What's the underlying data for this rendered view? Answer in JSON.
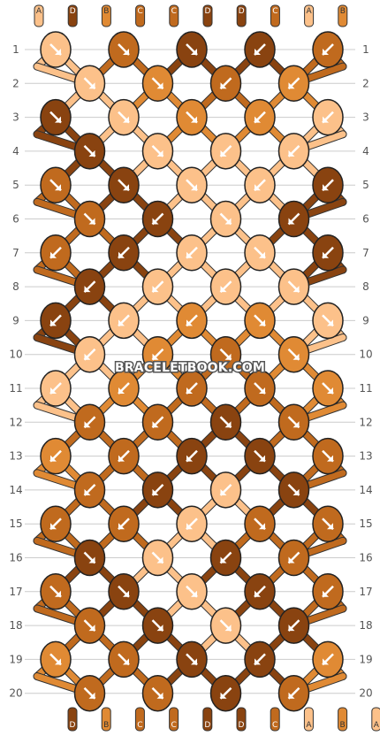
{
  "site": {
    "watermark": "BRACELETBOOK.COM"
  },
  "colors": {
    "A": "#FCC18A",
    "B": "#E08A34",
    "C": "#C06A1E",
    "D": "#894310",
    "outline": "#222222",
    "grid": "#cccccc"
  },
  "pattern": {
    "rows": 20,
    "strands_top": [
      "A",
      "D",
      "B",
      "C",
      "C",
      "D",
      "D",
      "C",
      "A",
      "B"
    ],
    "strands_bottom": [
      "D",
      "B",
      "C",
      "C",
      "D",
      "D",
      "C",
      "A",
      "B",
      "A"
    ],
    "row_labels": [
      "1",
      "2",
      "3",
      "4",
      "5",
      "6",
      "7",
      "8",
      "9",
      "10",
      "11",
      "12",
      "13",
      "14",
      "15",
      "16",
      "17",
      "18",
      "19",
      "20"
    ],
    "knots": [
      [
        {
          "c": "A",
          "d": "se"
        },
        {
          "c": "C",
          "d": "se"
        },
        {
          "c": "D",
          "d": "se"
        },
        {
          "c": "D",
          "d": "sw"
        },
        {
          "c": "C",
          "d": "sw"
        }
      ],
      [
        {
          "c": "A",
          "d": "se"
        },
        {
          "c": "B",
          "d": "se"
        },
        {
          "c": "C",
          "d": "sw"
        },
        {
          "c": "B",
          "d": "sw"
        }
      ],
      [
        {
          "c": "D",
          "d": "se"
        },
        {
          "c": "A",
          "d": "se"
        },
        {
          "c": "B",
          "d": "se"
        },
        {
          "c": "B",
          "d": "sw"
        },
        {
          "c": "A",
          "d": "sw"
        }
      ],
      [
        {
          "c": "D",
          "d": "se"
        },
        {
          "c": "A",
          "d": "se"
        },
        {
          "c": "A",
          "d": "sw"
        },
        {
          "c": "A",
          "d": "sw"
        }
      ],
      [
        {
          "c": "C",
          "d": "se"
        },
        {
          "c": "D",
          "d": "se"
        },
        {
          "c": "A",
          "d": "se"
        },
        {
          "c": "A",
          "d": "sw"
        },
        {
          "c": "D",
          "d": "sw"
        }
      ],
      [
        {
          "c": "C",
          "d": "se"
        },
        {
          "c": "D",
          "d": "sw"
        },
        {
          "c": "A",
          "d": "se"
        },
        {
          "c": "D",
          "d": "sw"
        }
      ],
      [
        {
          "c": "C",
          "d": "sw"
        },
        {
          "c": "D",
          "d": "sw"
        },
        {
          "c": "A",
          "d": "sw"
        },
        {
          "c": "A",
          "d": "se"
        },
        {
          "c": "D",
          "d": "sw"
        }
      ],
      [
        {
          "c": "D",
          "d": "sw"
        },
        {
          "c": "A",
          "d": "sw"
        },
        {
          "c": "A",
          "d": "sw"
        },
        {
          "c": "A",
          "d": "se"
        }
      ],
      [
        {
          "c": "D",
          "d": "sw"
        },
        {
          "c": "A",
          "d": "sw"
        },
        {
          "c": "B",
          "d": "sw"
        },
        {
          "c": "B",
          "d": "se"
        },
        {
          "c": "A",
          "d": "se"
        }
      ],
      [
        {
          "c": "A",
          "d": "sw"
        },
        {
          "c": "B",
          "d": "sw"
        },
        {
          "c": "C",
          "d": "se"
        },
        {
          "c": "B",
          "d": "se"
        }
      ],
      [
        {
          "c": "A",
          "d": "sw"
        },
        {
          "c": "B",
          "d": "sw"
        },
        {
          "c": "C",
          "d": "sw"
        },
        {
          "c": "C",
          "d": "se"
        },
        {
          "c": "B",
          "d": "se"
        }
      ],
      [
        {
          "c": "C",
          "d": "sw"
        },
        {
          "c": "C",
          "d": "sw"
        },
        {
          "c": "D",
          "d": "se"
        },
        {
          "c": "C",
          "d": "se"
        }
      ],
      [
        {
          "c": "B",
          "d": "sw"
        },
        {
          "c": "C",
          "d": "sw"
        },
        {
          "c": "D",
          "d": "sw"
        },
        {
          "c": "D",
          "d": "se"
        },
        {
          "c": "C",
          "d": "se"
        }
      ],
      [
        {
          "c": "C",
          "d": "sw"
        },
        {
          "c": "D",
          "d": "sw"
        },
        {
          "c": "A",
          "d": "sw"
        },
        {
          "c": "D",
          "d": "se"
        }
      ],
      [
        {
          "c": "C",
          "d": "sw"
        },
        {
          "c": "C",
          "d": "sw"
        },
        {
          "c": "A",
          "d": "sw"
        },
        {
          "c": "C",
          "d": "se"
        },
        {
          "c": "C",
          "d": "se"
        }
      ],
      [
        {
          "c": "D",
          "d": "se"
        },
        {
          "c": "A",
          "d": "se"
        },
        {
          "c": "D",
          "d": "sw"
        },
        {
          "c": "C",
          "d": "sw"
        }
      ],
      [
        {
          "c": "C",
          "d": "se"
        },
        {
          "c": "D",
          "d": "se"
        },
        {
          "c": "A",
          "d": "se"
        },
        {
          "c": "D",
          "d": "sw"
        },
        {
          "c": "C",
          "d": "sw"
        }
      ],
      [
        {
          "c": "C",
          "d": "se"
        },
        {
          "c": "D",
          "d": "se"
        },
        {
          "c": "A",
          "d": "se"
        },
        {
          "c": "D",
          "d": "sw"
        }
      ],
      [
        {
          "c": "B",
          "d": "se"
        },
        {
          "c": "C",
          "d": "se"
        },
        {
          "c": "D",
          "d": "se"
        },
        {
          "c": "D",
          "d": "sw"
        },
        {
          "c": "B",
          "d": "sw"
        }
      ],
      [
        {
          "c": "C",
          "d": "se"
        },
        {
          "c": "C",
          "d": "se"
        },
        {
          "c": "D",
          "d": "sw"
        },
        {
          "c": "C",
          "d": "sw"
        }
      ]
    ]
  }
}
